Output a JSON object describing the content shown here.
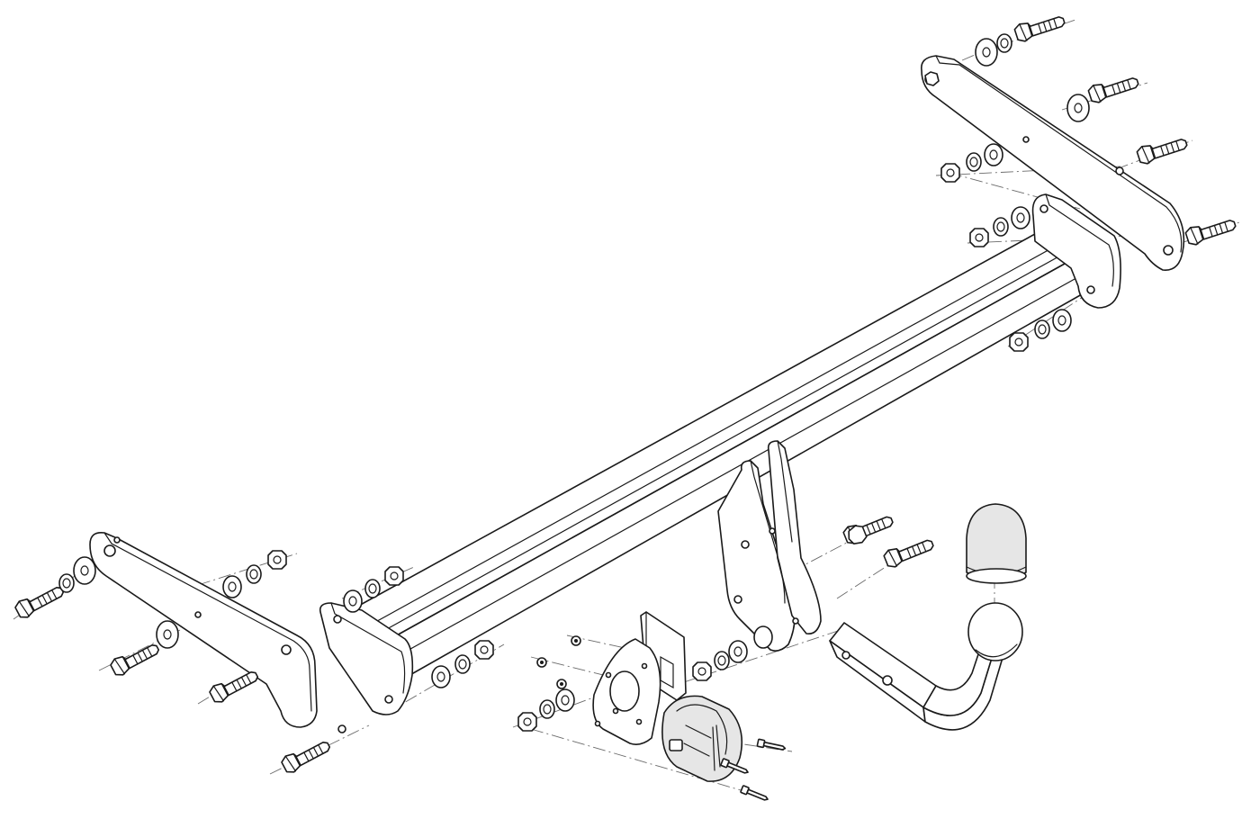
{
  "drawing": {
    "subject": "towbar-exploded-view",
    "line_color": "#1a1a1a",
    "background": "#ffffff",
    "parts": [
      "cross-beam",
      "right-side-bracket",
      "left-side-bracket",
      "neck-mount-plates",
      "detachable-tow-ball",
      "ball-cap",
      "socket-plate",
      "electrical-socket",
      "bolts",
      "nuts",
      "washers"
    ]
  }
}
